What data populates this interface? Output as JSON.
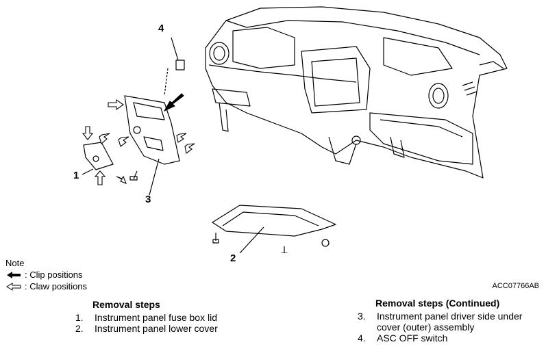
{
  "callouts": {
    "c1": "1",
    "c2": "2",
    "c3": "3",
    "c4": "4"
  },
  "note": {
    "title": "Note",
    "clip": ": Clip positions",
    "claw": ": Claw positions"
  },
  "figure_code": "ACC07766AB",
  "steps_left": {
    "title": "Removal steps",
    "items": [
      {
        "num": "1.",
        "text": "Instrument panel fuse box lid"
      },
      {
        "num": "2.",
        "text": "Instrument panel lower cover"
      }
    ]
  },
  "steps_right": {
    "title": "Removal steps (Continued)",
    "items": [
      {
        "num": "3.",
        "text": "Instrument panel driver side under cover (outer) assembly"
      },
      {
        "num": "4.",
        "text": "ASC OFF switch"
      }
    ]
  }
}
